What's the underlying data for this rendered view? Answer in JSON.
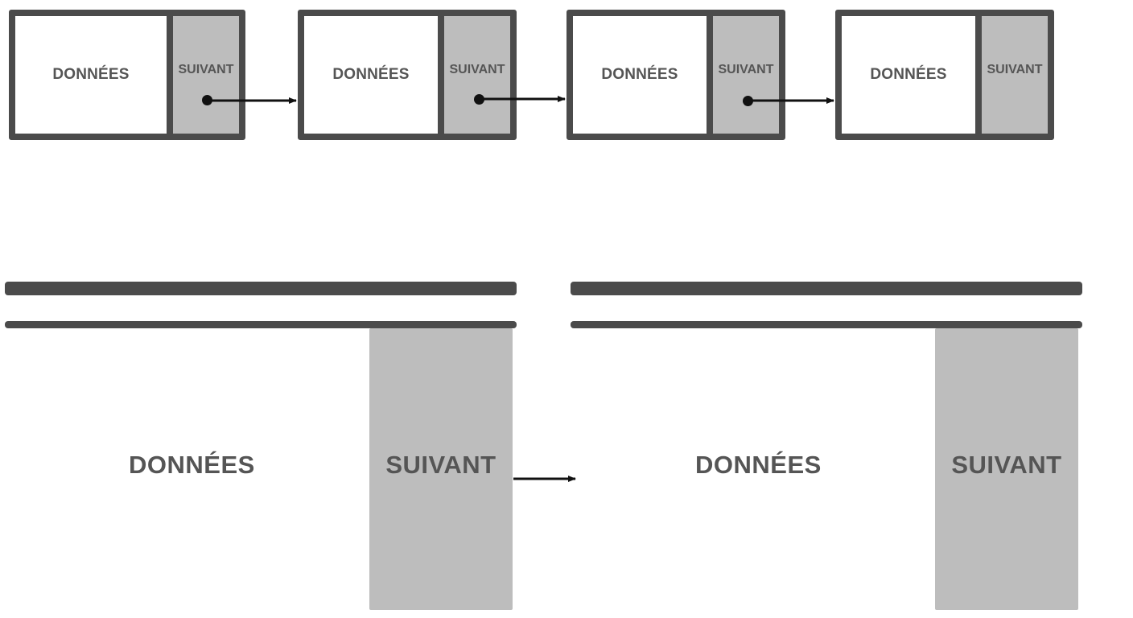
{
  "top_list": {
    "nodes": [
      {
        "data_label": "DONNÉES",
        "next_label": "SUIVANT"
      },
      {
        "data_label": "DONNÉES",
        "next_label": "SUIVANT"
      },
      {
        "data_label": "DONNÉES",
        "next_label": "SUIVANT"
      },
      {
        "data_label": "DONNÉES",
        "next_label": "SUIVANT"
      }
    ]
  },
  "bottom_list": {
    "nodes": [
      {
        "data_label": "DONNÉES",
        "next_label": "SUIVANT"
      },
      {
        "data_label": "DONNÉES",
        "next_label": "SUIVANT"
      }
    ]
  },
  "colors": {
    "border": "#4b4b4b",
    "pointer_cell": "#bdbdbd",
    "text": "#555555",
    "arrow": "#111111"
  }
}
